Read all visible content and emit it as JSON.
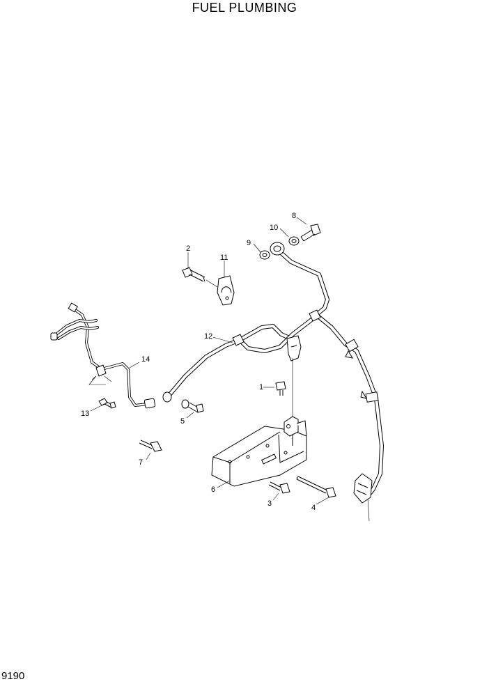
{
  "title": "FUEL PLUMBING",
  "page_number": "9190",
  "callouts": {
    "c1": "1",
    "c2": "2",
    "c3": "3",
    "c4": "4",
    "c5": "5",
    "c6": "6",
    "c7": "7",
    "c8": "8",
    "c9": "9",
    "c10": "10",
    "c11": "11",
    "c12": "12",
    "c13": "13",
    "c14": "14"
  }
}
